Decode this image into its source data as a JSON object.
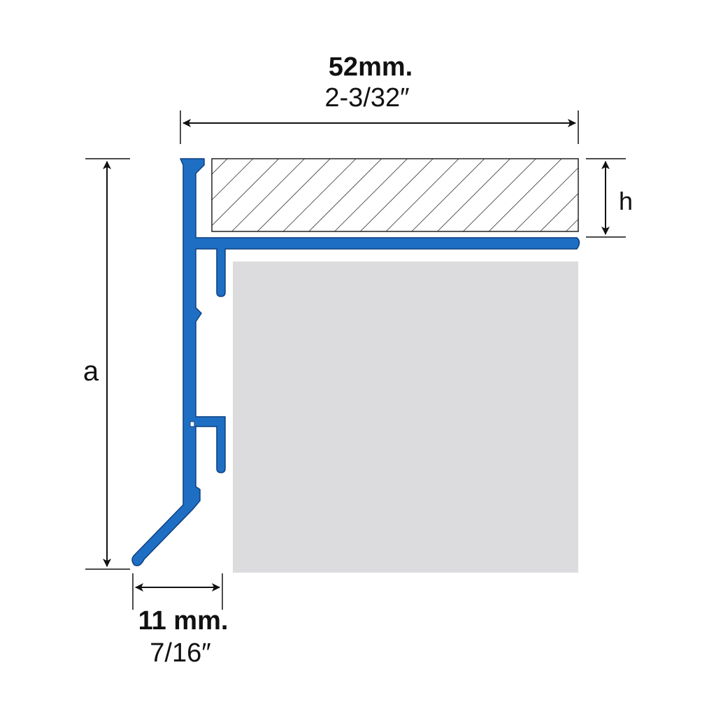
{
  "dimensions": {
    "width_top_mm": "52mm.",
    "width_top_in": "2-3/32″",
    "width_bottom_mm": "11 mm.",
    "width_bottom_in": "7/16″",
    "height_label": "a",
    "tile_label": "h"
  },
  "colors": {
    "profile": "#1e6fc4",
    "profile_outline": "#0d3f80",
    "substrate": "#dcdcde",
    "tile_fill": "#ffffff",
    "tile_hatch": "#222222",
    "dimension": "#111111"
  }
}
